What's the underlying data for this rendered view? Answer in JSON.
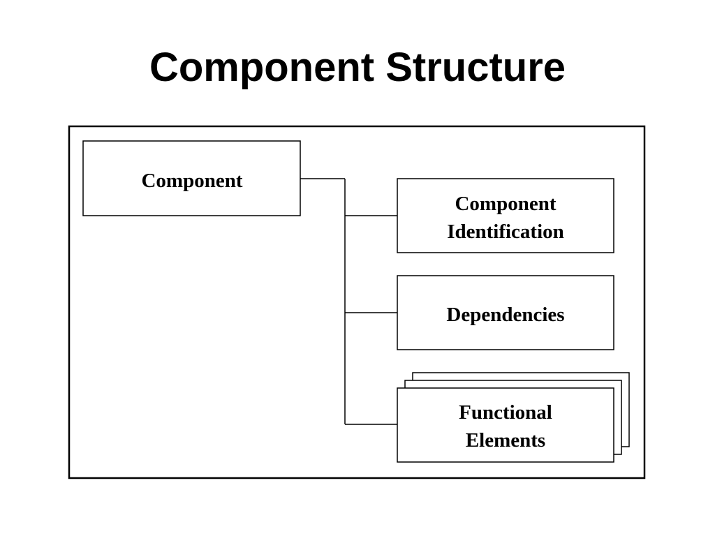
{
  "slide": {
    "title": "Component Structure"
  },
  "diagram": {
    "root": {
      "label": "Component"
    },
    "children": [
      {
        "lines": [
          "Component",
          "Identification"
        ]
      },
      {
        "lines": [
          "Dependencies"
        ]
      },
      {
        "lines": [
          "Functional",
          "Elements"
        ],
        "stacked": true
      }
    ]
  }
}
